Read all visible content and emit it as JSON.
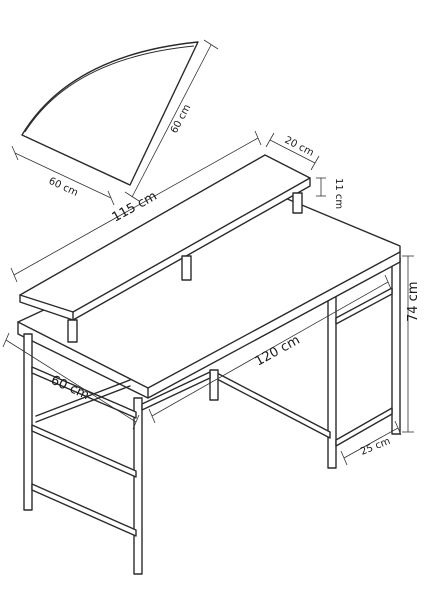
{
  "corner_piece": {
    "radius_a": "60 cm",
    "radius_b": "60 cm"
  },
  "shelf": {
    "length": "115 cm",
    "depth": "20 cm",
    "height": "11 cm"
  },
  "desk": {
    "width": "120 cm",
    "depth": "60 cm",
    "height": "74 cm",
    "shelf_depth": "25 cm"
  }
}
